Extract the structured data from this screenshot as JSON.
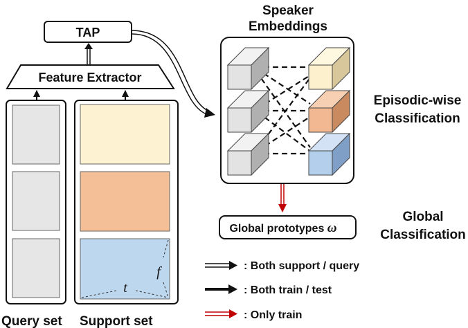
{
  "top": {
    "tap_label": "TAP",
    "feature_extractor_label": "Feature Extractor"
  },
  "sets": {
    "query_label": "Query set",
    "support_label": "Support set",
    "time_axis": "t",
    "freq_axis": "f"
  },
  "right": {
    "speaker_embeddings_line1": "Speaker",
    "speaker_embeddings_line2": "Embeddings",
    "episodic_line1": "Episodic-wise",
    "episodic_line2": "Classification",
    "global_proto_label": "Global prototypes",
    "global_proto_symbol": "ω",
    "global_class_line1": "Global",
    "global_class_line2": "Classification"
  },
  "legend": {
    "items": [
      {
        "arrow": "double-black",
        "text": ": Both support / query"
      },
      {
        "arrow": "single-black",
        "text": ": Both train / test"
      },
      {
        "arrow": "double-red",
        "text": ": Only train"
      }
    ]
  },
  "colors": {
    "query_fill": "#e6e6e6",
    "support_1": "#fdf3d2",
    "support_2": "#f4bf97",
    "support_3": "#bdd7ee",
    "cube_gray": "#e3e3e3",
    "cube_cream": "#fdf0cc",
    "cube_orange": "#f1b891",
    "cube_blue": "#b3cfec",
    "red_arrow": "#c00000"
  }
}
